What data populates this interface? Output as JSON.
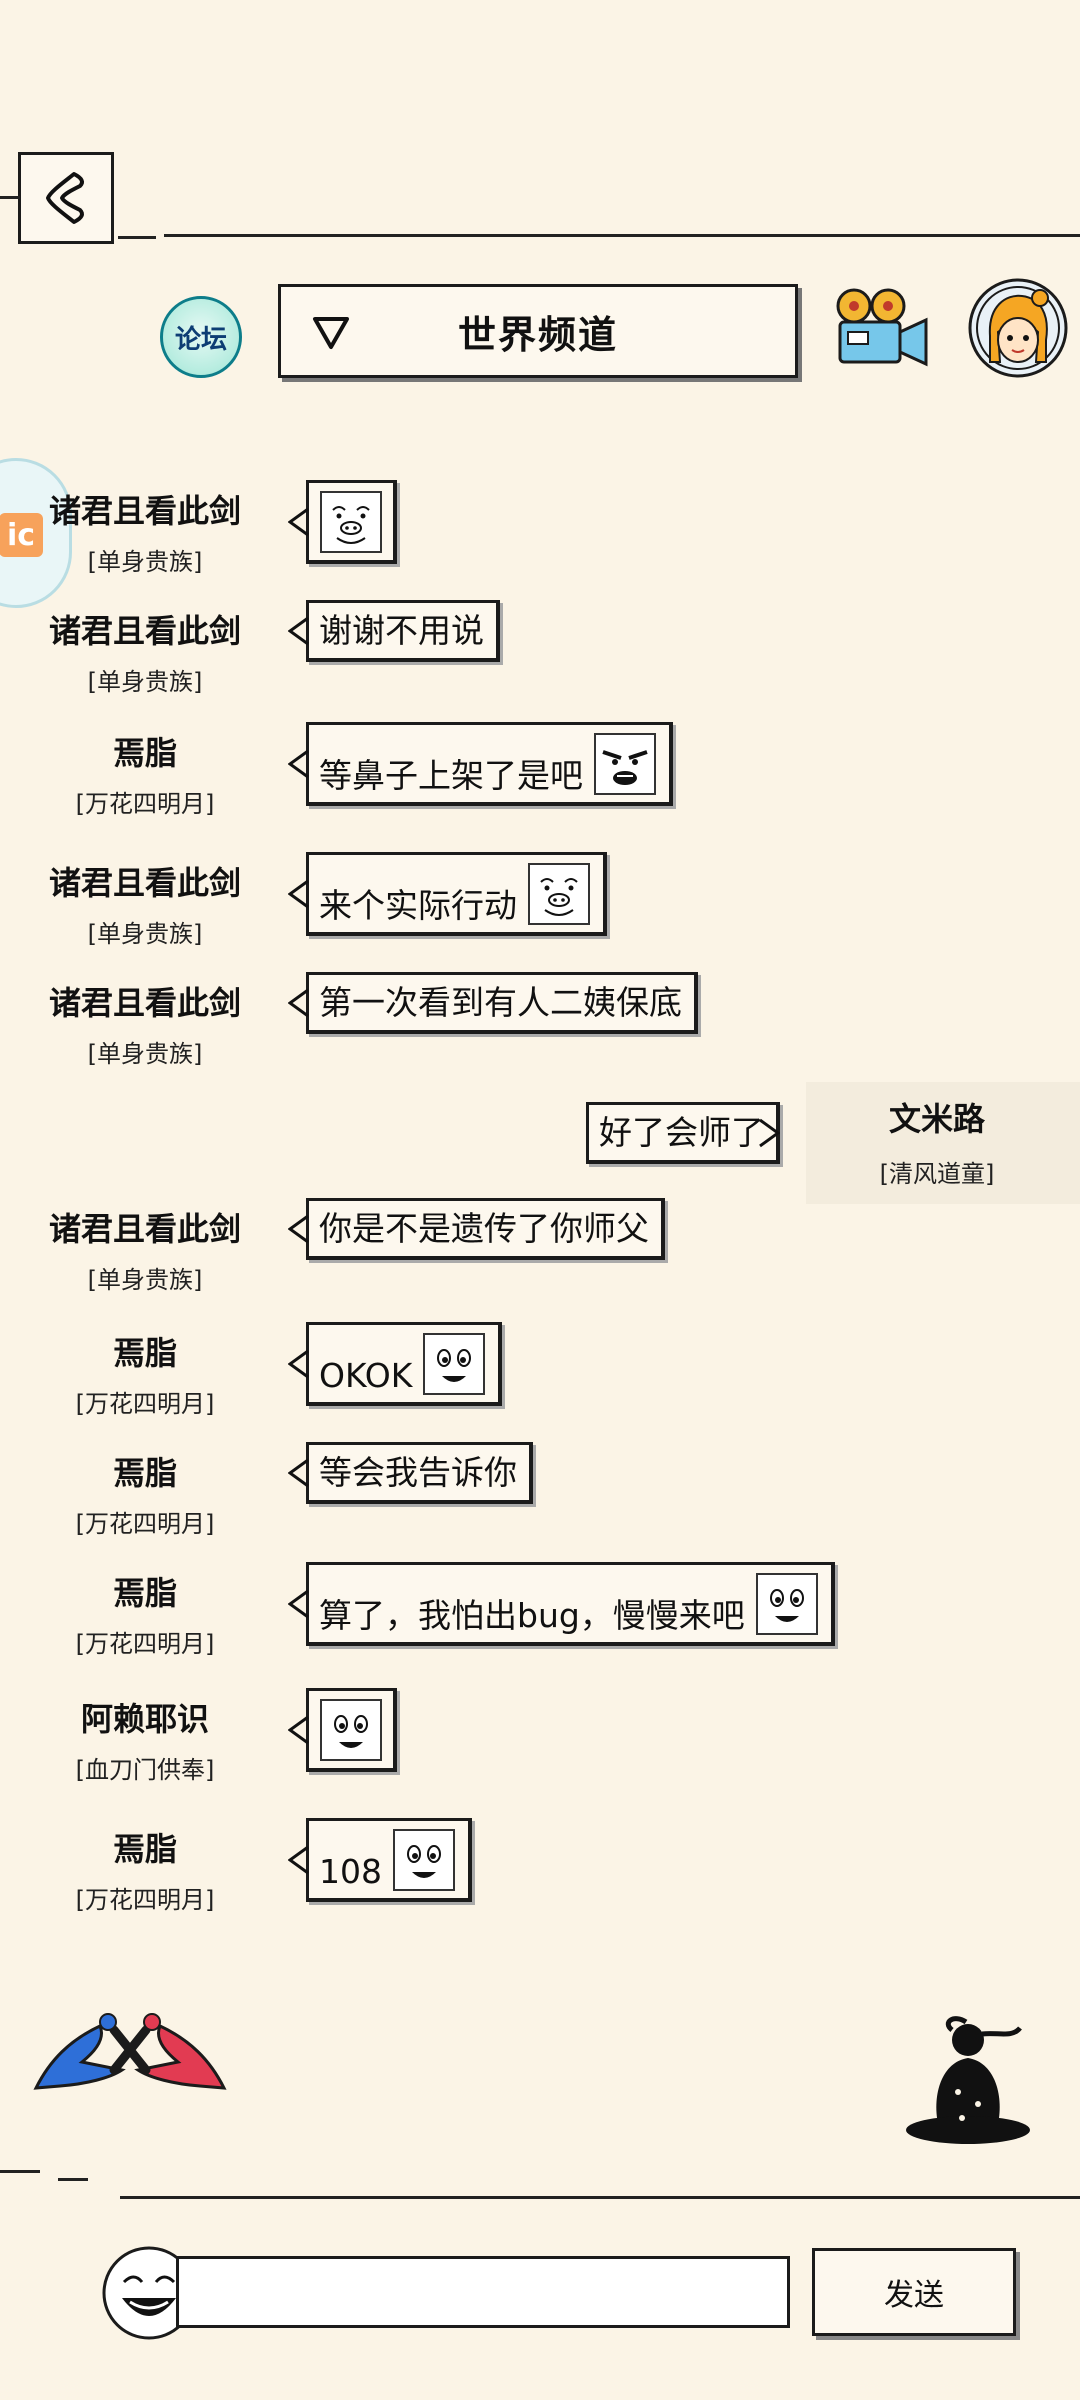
{
  "header": {
    "forum_label": "论坛",
    "channel_title": "世界频道"
  },
  "floating_widget_label": "ic",
  "messages": [
    {
      "name": "诸君且看此剑",
      "tag": "[单身贵族]",
      "text": "",
      "emote": "pig-face"
    },
    {
      "name": "诸君且看此剑",
      "tag": "[单身贵族]",
      "text": "谢谢不用说",
      "emote": ""
    },
    {
      "name": "焉脂",
      "tag": "[万花四明月]",
      "text": "等鼻子上架了是吧",
      "emote": "angry-face"
    },
    {
      "name": "诸君且看此剑",
      "tag": "[单身贵族]",
      "text": "来个实际行动",
      "emote": "pig-face"
    },
    {
      "name": "诸君且看此剑",
      "tag": "[单身贵族]",
      "text": "第一次看到有人二姨保底",
      "emote": ""
    },
    {
      "name": "文米路",
      "tag": "[清风道童]",
      "text": "好了会师了",
      "emote": "",
      "self": true
    },
    {
      "name": "诸君且看此剑",
      "tag": "[单身贵族]",
      "text": "你是不是遗传了你师父",
      "emote": ""
    },
    {
      "name": "焉脂",
      "tag": "[万花四明月]",
      "text": "OKOK",
      "emote": "smile-face"
    },
    {
      "name": "焉脂",
      "tag": "[万花四明月]",
      "text": "等会我告诉你",
      "emote": ""
    },
    {
      "name": "焉脂",
      "tag": "[万花四明月]",
      "text": "算了，我怕出bug，慢慢来吧",
      "emote": "smile-face"
    },
    {
      "name": "阿赖耶识",
      "tag": "[血刀门供奉]",
      "text": "",
      "emote": "smile-face"
    },
    {
      "name": "焉脂",
      "tag": "[万花四明月]",
      "text": "108",
      "emote": "smile-face"
    }
  ],
  "composer": {
    "input_value": "",
    "input_placeholder": "",
    "send_label": "发送"
  }
}
